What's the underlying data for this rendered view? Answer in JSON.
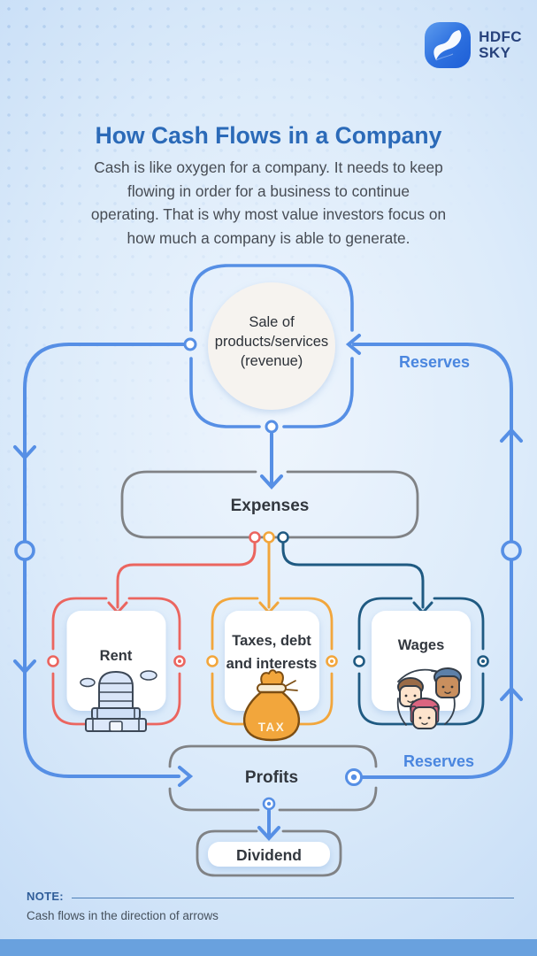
{
  "brand": {
    "logo_icon": "hdfc-sky-bolt-icon",
    "line1": "HDFC",
    "line2": "SKY"
  },
  "header": {
    "title": "How Cash Flows in a Company",
    "subtitle_lines": [
      "Cash is like oxygen for a company. It needs to keep",
      "flowing in order for a business to continue",
      "operating. That is why most value investors focus on",
      "how much a company is able to generate."
    ]
  },
  "diagram": {
    "nodes": {
      "revenue": {
        "lines": [
          "Sale of",
          "products/services",
          "(revenue)"
        ]
      },
      "expenses": {
        "label": "Expenses"
      },
      "rent": {
        "label": "Rent",
        "icon": "office-building-icon"
      },
      "taxes": {
        "lines": [
          "Taxes, debt",
          "and interests"
        ],
        "icon": "tax-bag-icon",
        "icon_text": "TAX"
      },
      "wages": {
        "label": "Wages",
        "icon": "employees-cycle-icon"
      },
      "profits": {
        "label": "Profits"
      },
      "dividend": {
        "label": "Dividend"
      }
    },
    "labels": {
      "reserves_top": "Reserves",
      "reserves_bottom": "Reserves"
    },
    "colors": {
      "flow_blue": "#568fe5",
      "rent_red": "#eb655f",
      "taxes_orange": "#f2a63c",
      "wages_navy": "#1f5a82",
      "box_gray": "#808285",
      "title_blue": "#2b6ab8",
      "reserves_blue": "#4a86df",
      "footer_bar": "#69a1de"
    }
  },
  "footer": {
    "note_label": "NOTE:",
    "note_text": "Cash flows in the direction of arrows"
  }
}
